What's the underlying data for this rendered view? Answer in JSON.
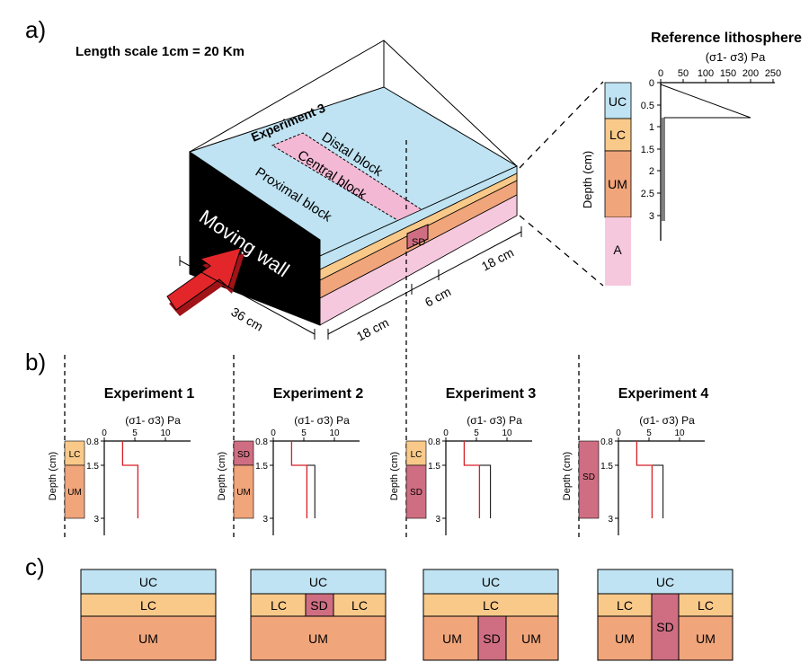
{
  "panel_labels": {
    "a": "a)",
    "b": "b)",
    "c": "c)"
  },
  "panel_a": {
    "length_scale": "Length scale 1cm = 20 Km",
    "experiment_label": "Experiment 3",
    "distal_block": "Distal block",
    "central_block": "Central block",
    "proximal_block": "Proximal block",
    "moving_wall": "Moving wall",
    "sd_label": "SD",
    "dim_36": "36 cm",
    "dim_18a": "18 cm",
    "dim_6": "6 cm",
    "dim_18b": "18 cm"
  },
  "reference": {
    "title": "Reference lithosphere",
    "stress_label": "(σ1- σ3) Pa",
    "x_ticks": [
      "0",
      "50",
      "100",
      "150",
      "200",
      "250"
    ],
    "y_ticks": [
      "0",
      "0.5",
      "1",
      "1.5",
      "2",
      "2.5",
      "3"
    ],
    "depth_label": "Depth (cm)",
    "layers": [
      "UC",
      "LC",
      "UM",
      "A"
    ]
  },
  "experiments": [
    {
      "title": "Experiment 1",
      "stress_label": "(σ1- σ3) Pa",
      "x_ticks": [
        "0",
        "5",
        "10"
      ],
      "y_ticks": [
        "0.8",
        "1.5",
        "3"
      ],
      "depth_label": "Depth (cm)",
      "layers": [
        "LC",
        "UM"
      ]
    },
    {
      "title": "Experiment 2",
      "stress_label": "(σ1- σ3) Pa",
      "x_ticks": [
        "0",
        "5",
        "10"
      ],
      "y_ticks": [
        "0.8",
        "1.5",
        "3"
      ],
      "depth_label": "Depth (cm)",
      "layers": [
        "SD",
        "UM"
      ]
    },
    {
      "title": "Experiment 3",
      "stress_label": "(σ1- σ3) Pa",
      "x_ticks": [
        "0",
        "5",
        "10"
      ],
      "y_ticks": [
        "0.8",
        "1.5",
        "3"
      ],
      "depth_label": "Depth (cm)",
      "layers": [
        "LC",
        "SD"
      ]
    },
    {
      "title": "Experiment 4",
      "stress_label": "(σ1- σ3) Pa",
      "x_ticks": [
        "0",
        "5",
        "10"
      ],
      "y_ticks": [
        "0.8",
        "1.5",
        "3"
      ],
      "depth_label": "Depth (cm)",
      "layers": [
        "SD"
      ]
    }
  ],
  "sections": [
    {
      "uc": "UC",
      "lc": "LC",
      "um": "UM"
    },
    {
      "uc": "UC",
      "lc_left": "LC",
      "sd": "SD",
      "lc_right": "LC",
      "um": "UM"
    },
    {
      "uc": "UC",
      "lc": "LC",
      "um_left": "UM",
      "sd": "SD",
      "um_right": "UM"
    },
    {
      "uc": "UC",
      "lc_left": "LC",
      "sd": "SD",
      "lc_right": "LC",
      "um_left": "UM",
      "um_right": "UM"
    }
  ],
  "colors": {
    "upper_crust": "#bfe3f2",
    "lower_crust": "#f9c98a",
    "upper_mantle": "#f0a57b",
    "soft_domain": "#cf6e82",
    "asthenosphere": "#f6c8dd",
    "strength_line": "#d61f26",
    "arrow": "#e3262a"
  }
}
